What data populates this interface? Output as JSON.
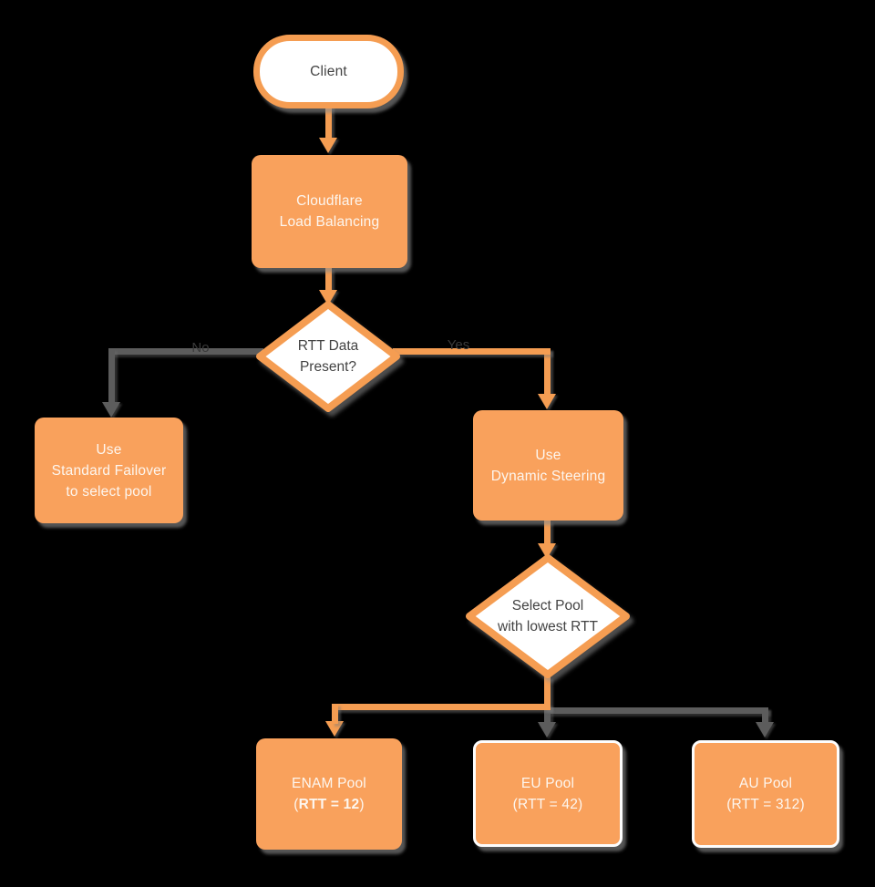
{
  "diagram": {
    "title": "Cloudflare load balancing traffic steering flowchart",
    "background_color": "#000000",
    "colors": {
      "node_fill_orange": "#F9A15C",
      "outline_orange": "#F59D52",
      "connector_gray": "#5C5C5C",
      "text_on_orange": "#FDF6EF",
      "text_dark": "#434343",
      "white_fill": "#FFFFFF"
    },
    "nodes": {
      "client": {
        "label": "Client"
      },
      "cloudflare": {
        "lines": [
          "Cloudflare",
          "Load Balancing"
        ]
      },
      "rtt_decision": {
        "lines": [
          "RTT Data",
          "Present?"
        ]
      },
      "standard_failover": {
        "lines": [
          "Use",
          "Standard Failover",
          "to select pool"
        ]
      },
      "dynamic_steering": {
        "lines": [
          "Use",
          "Dynamic Steering"
        ]
      },
      "select_pool": {
        "lines": [
          "Select Pool",
          "with lowest RTT"
        ]
      },
      "enam_pool": {
        "line1": "ENAM Pool",
        "line2_prefix": "(",
        "line2_bold": "RTT = 12",
        "line2_suffix": ")"
      },
      "eu_pool": {
        "lines": [
          "EU Pool",
          "(RTT = 42)"
        ]
      },
      "au_pool": {
        "lines": [
          "AU Pool",
          "(RTT = 312)"
        ]
      }
    },
    "edge_labels": {
      "no": "No",
      "yes": "Yes"
    }
  }
}
